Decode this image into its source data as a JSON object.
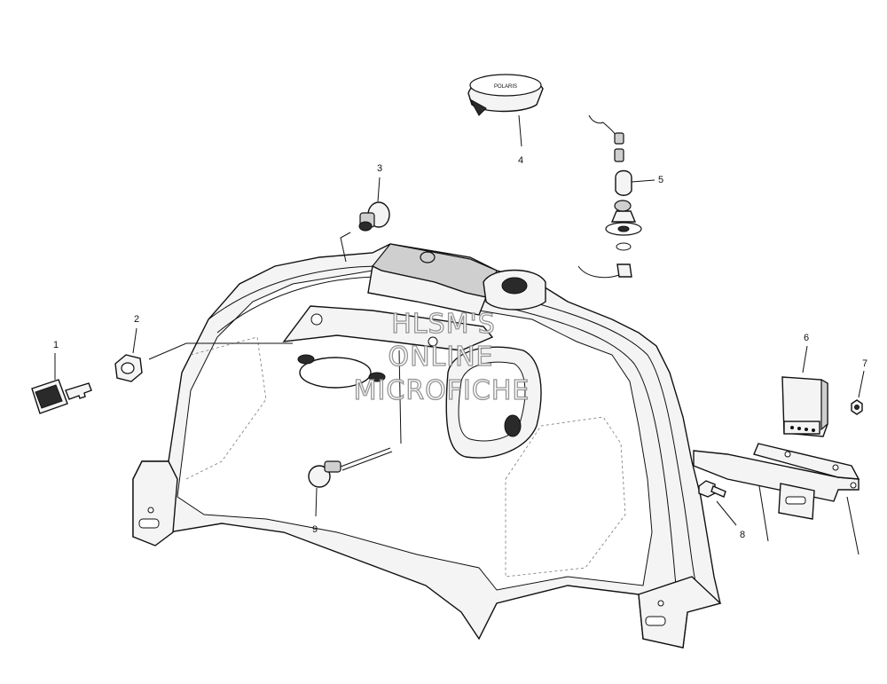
{
  "watermark": {
    "line1": "HLSM'S",
    "line2": "ONLINE",
    "line3": "MICROFICHE"
  },
  "cap_text": "POLARIS",
  "callouts": [
    {
      "id": "1",
      "label": "1"
    },
    {
      "id": "2",
      "label": "2"
    },
    {
      "id": "3",
      "label": "3"
    },
    {
      "id": "4",
      "label": "4"
    },
    {
      "id": "5",
      "label": "5"
    },
    {
      "id": "6",
      "label": "6"
    },
    {
      "id": "7",
      "label": "7"
    },
    {
      "id": "8",
      "label": "8"
    },
    {
      "id": "9",
      "label": "9"
    }
  ]
}
